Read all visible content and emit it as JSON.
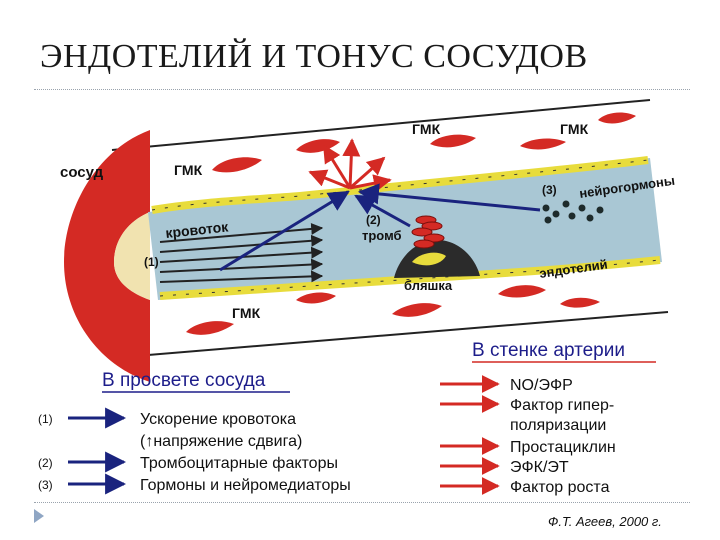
{
  "slide": {
    "title": "ЭНДОТЕЛИЙ И ТОНУС СОСУДОВ"
  },
  "vessel": {
    "vessel_label": "сосуд",
    "smc_label": "ГМК",
    "bloodflow_label": "кровоток",
    "thrombus_label": "тромб",
    "plaque_label": "бляшка",
    "endothelium_label": "эндотелий",
    "neurohormones_label": "нейрогормоны",
    "marker_1": "(1)",
    "marker_2": "(2)",
    "marker_3": "(3)"
  },
  "lumen_legend": {
    "heading": "В просвете сосуда",
    "items": [
      {
        "num": "(1)",
        "text": "Ускорение кровотока"
      },
      {
        "num": "",
        "text": "(↑напряжение сдвига)"
      },
      {
        "num": "(2)",
        "text": "Тромбоцитарные факторы"
      },
      {
        "num": "(3)",
        "text": "Гормоны и нейромедиаторы"
      }
    ]
  },
  "wall_legend": {
    "heading": "В стенке артерии",
    "items": [
      "NO/ЭФР",
      "Фактор гипер-",
      "поляризации",
      "Простациклин",
      "ЭФК/ЭТ",
      "Фактор роста"
    ]
  },
  "credit": "Ф.Т. Агеев, 2000 г.",
  "colors": {
    "red": "#d42a24",
    "lumen_blue": "#a9c7d4",
    "arrow_navy": "#1a237e",
    "endothelium_yellow": "#e8dc3c",
    "heading_blue": "#1d1d8a"
  }
}
